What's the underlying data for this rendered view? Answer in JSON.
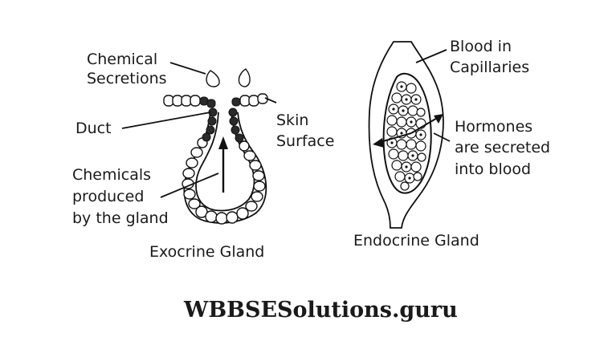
{
  "exocrine": {
    "label_chemical_secretions_1": "Chemical",
    "label_chemical_secretions_2": "Secretions",
    "label_duct": "Duct",
    "label_skin_1": "Skin",
    "label_skin_2": "Surface",
    "label_produced_1": "Chemicals",
    "label_produced_2": "produced",
    "label_produced_3": "by the gland",
    "caption": "Exocrine Gland"
  },
  "endocrine": {
    "label_blood_1": "Blood in",
    "label_blood_2": "Capillaries",
    "label_hormones_1": "Hormones",
    "label_hormones_2": "are secreted",
    "label_hormones_3": "into blood",
    "caption": "Endocrine Gland"
  },
  "watermark": "WBBSESolutions.guru"
}
